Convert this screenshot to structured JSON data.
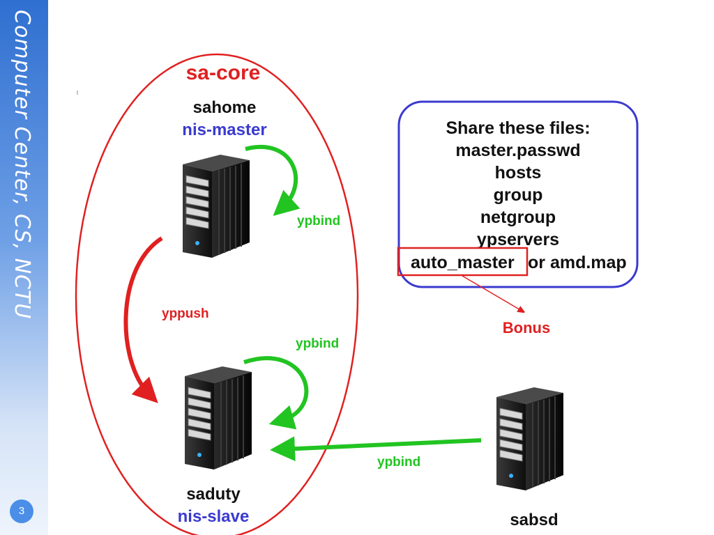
{
  "sidebar": {
    "title": "Computer Center, CS, NCTU",
    "page_number": "3",
    "color": "#3a78d6"
  },
  "cluster": {
    "name": "sa-core",
    "color": "#e02020"
  },
  "servers": [
    {
      "id": "sahome",
      "hostname": "sahome",
      "role": "nis-master"
    },
    {
      "id": "saduty",
      "hostname": "saduty",
      "role": "nis-slave"
    },
    {
      "id": "sabsd",
      "hostname": "sabsd",
      "role": ""
    }
  ],
  "edges": {
    "ypbind_master": "ypbind",
    "yppush": "yppush",
    "ypbind_slave": "ypbind",
    "ypbind_sabsd": "ypbind"
  },
  "share_box": {
    "title": "Share these files:",
    "files": [
      "master.passwd",
      "hosts",
      "group",
      "netgroup",
      "ypservers"
    ],
    "last_highlight": "auto_master",
    "last_rest": "or amd.map",
    "border_color": "#3a3ad0"
  },
  "annotation": {
    "label": "Bonus",
    "color": "#e02020"
  },
  "colors": {
    "role": "#3a3ad0",
    "ypbind": "#22c422",
    "yppush": "#e02020"
  }
}
